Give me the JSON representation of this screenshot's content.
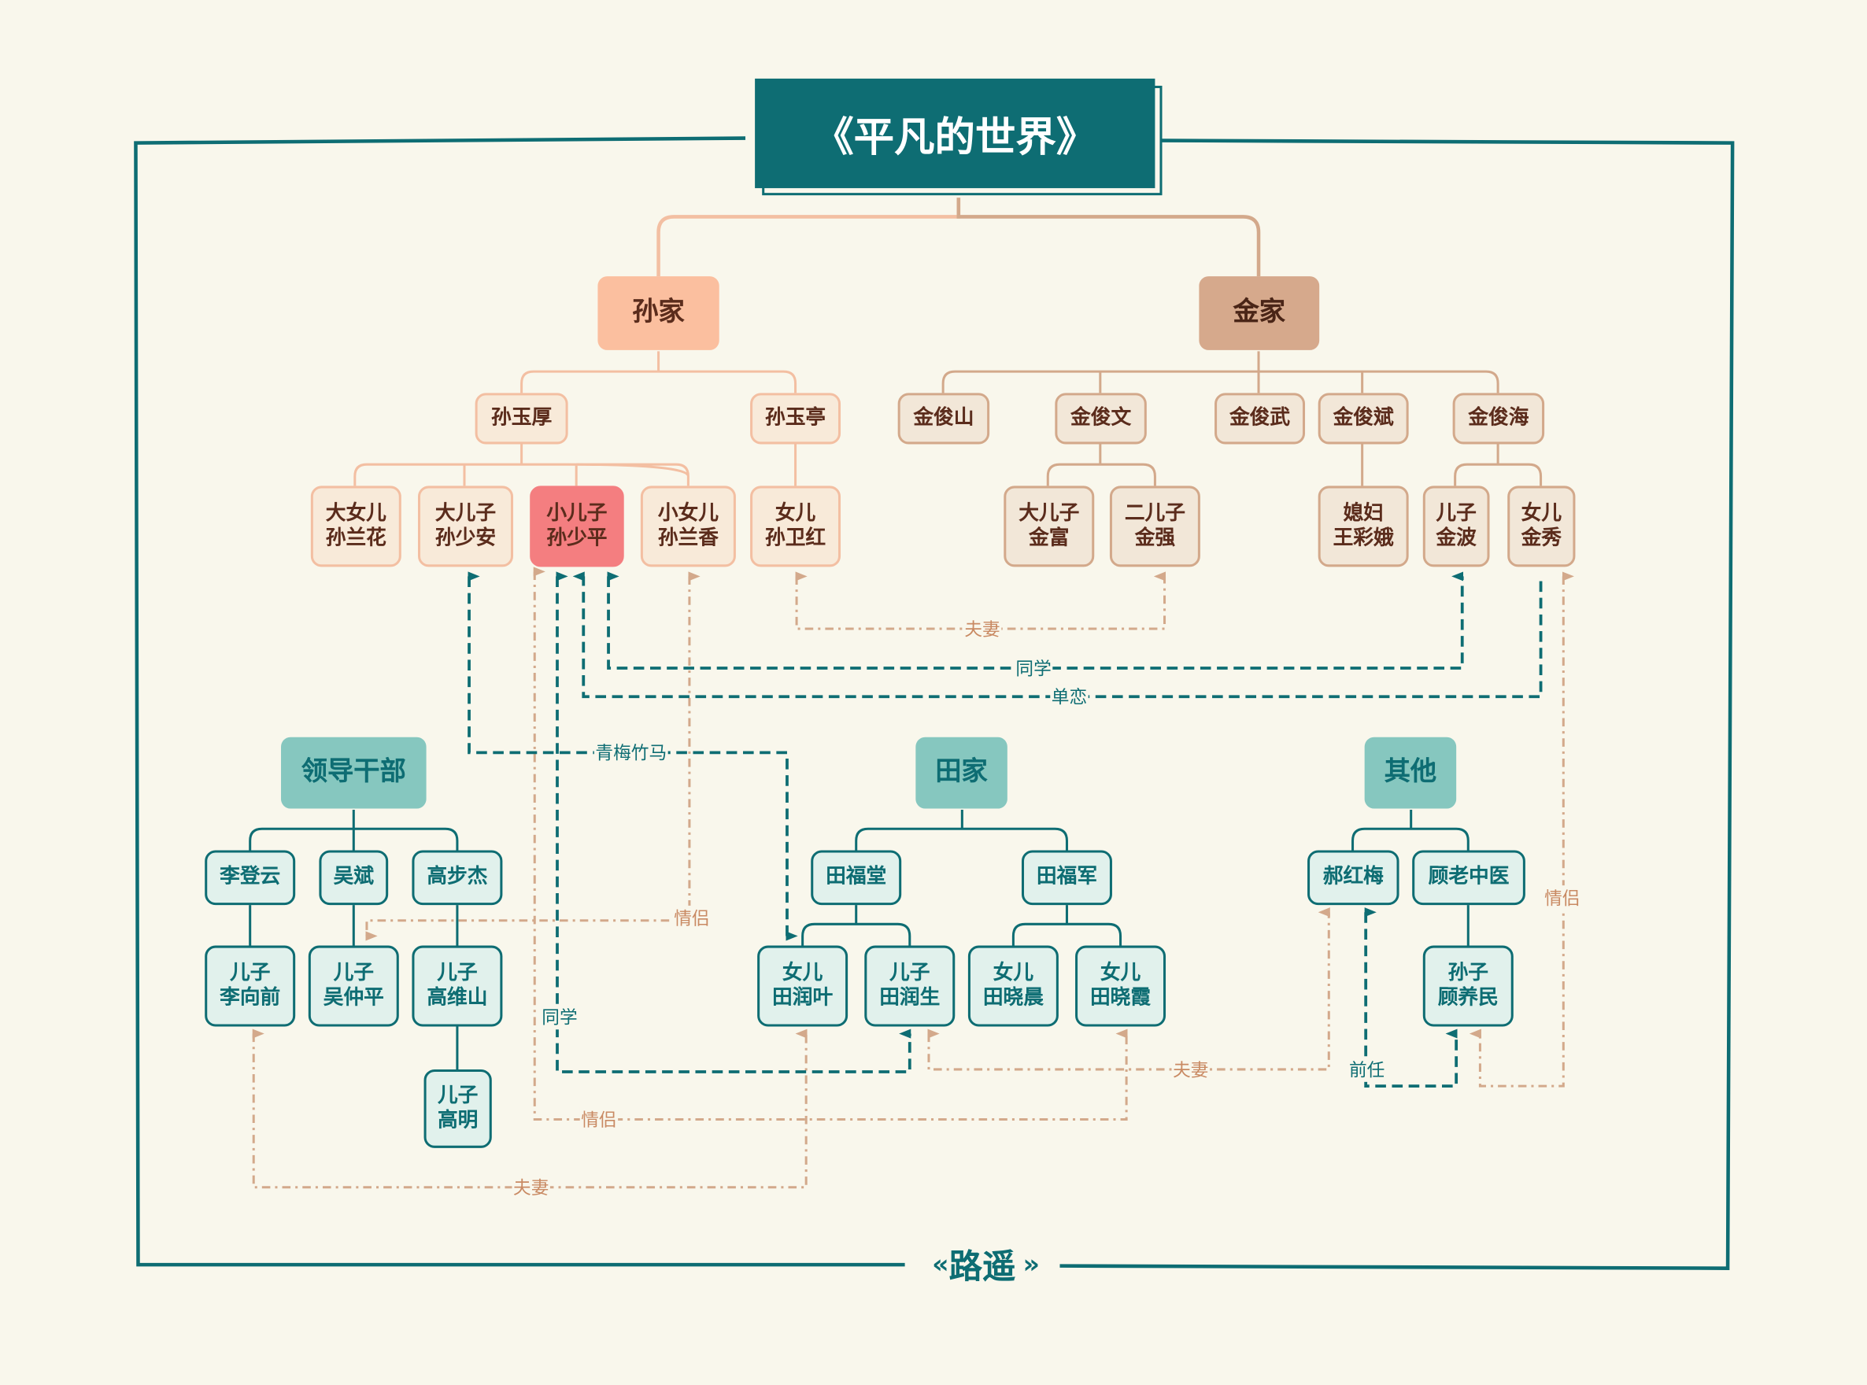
{
  "title": "《平凡的世界》",
  "author": "路遥",
  "author_ornament_left": "«",
  "author_ornament_right": "»",
  "colors": {
    "teal": "#0e6d73",
    "peach": "#f3bfa2",
    "tan": "#d3a98b",
    "highlight": "#f47e80",
    "background": "#f9f7ec"
  },
  "groups": {
    "sun": "孙家",
    "jin": "金家",
    "leaders": "领导干部",
    "tian": "田家",
    "other": "其他"
  },
  "sun": {
    "sun_yuhou": "孙玉厚",
    "sun_yuting": "孙玉亭",
    "lanhua": {
      "role": "大女儿",
      "name": "孙兰花"
    },
    "shaoan": {
      "role": "大儿子",
      "name": "孙少安"
    },
    "shaoping": {
      "role": "小儿子",
      "name": "孙少平"
    },
    "lanxiang": {
      "role": "小女儿",
      "name": "孙兰香"
    },
    "weihong": {
      "role": "女儿",
      "name": "孙卫红"
    }
  },
  "jin": {
    "junshan": "金俊山",
    "junwen": "金俊文",
    "junwu": "金俊武",
    "junbin": "金俊斌",
    "junhai": "金俊海",
    "jinfu": {
      "role": "大儿子",
      "name": "金富"
    },
    "jinqiang": {
      "role": "二儿子",
      "name": "金强"
    },
    "wangcaie": {
      "role": "媳妇",
      "name": "王彩娥"
    },
    "jinbo": {
      "role": "儿子",
      "name": "金波"
    },
    "jinxiu": {
      "role": "女儿",
      "name": "金秀"
    }
  },
  "leaders": {
    "lidengyun": "李登云",
    "wubin": "吴斌",
    "gaobujie": "高步杰",
    "lixiangqian": {
      "role": "儿子",
      "name": "李向前"
    },
    "wuzhongping": {
      "role": "儿子",
      "name": "吴仲平"
    },
    "gaoweishan": {
      "role": "儿子",
      "name": "高维山"
    },
    "gaoming": {
      "role": "儿子",
      "name": "高明"
    }
  },
  "tian": {
    "futang": "田福堂",
    "fujun": "田福军",
    "runye": {
      "role": "女儿",
      "name": "田润叶"
    },
    "runsheng": {
      "role": "儿子",
      "name": "田润生"
    },
    "xiaochen": {
      "role": "女儿",
      "name": "田晓晨"
    },
    "xiaoxia": {
      "role": "女儿",
      "name": "田晓霞"
    }
  },
  "other": {
    "haohongmei": "郝红梅",
    "gu_doctor": "顾老中医",
    "guyangmin": {
      "role": "孙子",
      "name": "顾养民"
    }
  },
  "relations": {
    "couple": "夫妻",
    "classmate": "同学",
    "unrequited": "单恋",
    "childhood": "青梅竹马",
    "lovers": "情侣",
    "ex": "前任"
  }
}
